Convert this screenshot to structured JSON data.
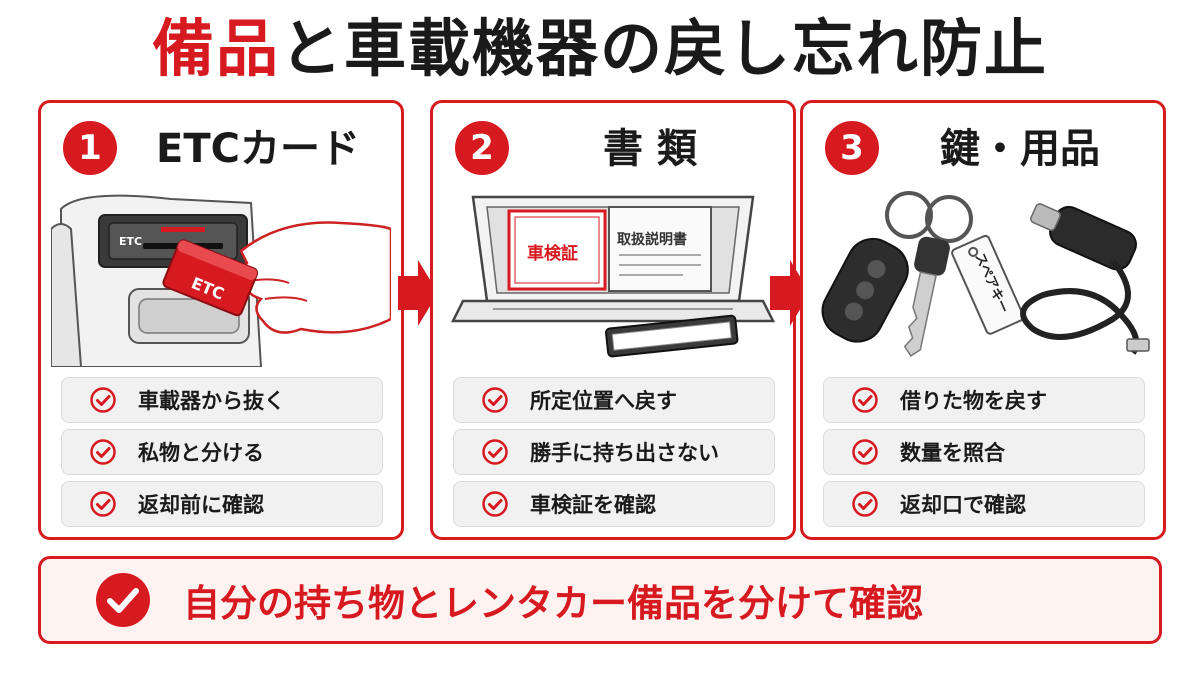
{
  "title": {
    "accent": "備品",
    "rest": "と車載機器の戻し忘れ防止"
  },
  "colors": {
    "accent": "#d71920",
    "footer_bg": "#fff3f1"
  },
  "panels": [
    {
      "number": "1",
      "title": "ETCカード",
      "illustration": {
        "device_label": "ETC",
        "card_label": "ETC"
      },
      "items": [
        "車載器から抜く",
        "私物と分ける",
        "返却前に確認"
      ]
    },
    {
      "number": "2",
      "title": "書 類",
      "illustration": {
        "doc1_label": "車検証",
        "doc2_label": "取扱説明書"
      },
      "items": [
        "所定位置へ戻す",
        "勝手に持ち出さない",
        "車検証を確認"
      ]
    },
    {
      "number": "3",
      "title": "鍵・用品",
      "illustration": {
        "tag_label": "スペアキー"
      },
      "items": [
        "借りた物を戻す",
        "数量を照合",
        "返却口で確認"
      ]
    }
  ],
  "icons": {
    "check": "check-circle-icon",
    "arrow": "arrow-right-icon"
  },
  "footer": {
    "text": "自分の持ち物とレンタカー備品を分けて確認"
  }
}
